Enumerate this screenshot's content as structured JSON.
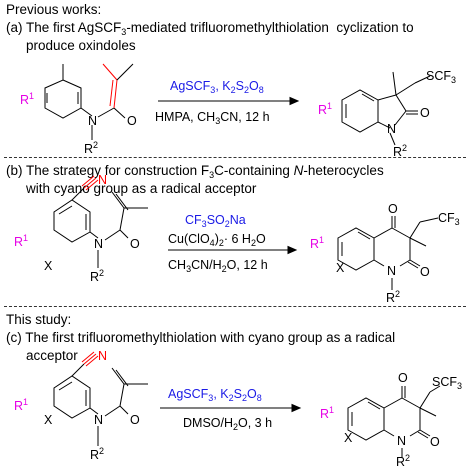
{
  "header_previous": "Previous works:",
  "section_a": {
    "line1": "(a) The first AgSCF3-mediated trifluoromethylthiolation  cyclization to",
    "line2": "produce oxindoles",
    "reagents_top": "AgSCF3, K2S2O8",
    "reagents_bottom": "HMPA, CH3CN, 12 h"
  },
  "section_b": {
    "line1": "(b) The strategy for construction F3C-containing N-heterocycles",
    "line2": "with cyano group as a radical acceptor",
    "reagent_top": "CF3SO2Na",
    "reagent_mid": "Cu(ClO4)2· 6 H2O",
    "reagent_bottom": "CH3CN/H2O, 12 h"
  },
  "header_study": "This study:",
  "section_c": {
    "line1": "(c) The first trifluoromethylthiolation  with cyano group as a radical",
    "line2": "acceptor",
    "reagents_top": "AgSCF3, K2S2O8",
    "reagents_bottom": "DMSO/H2O, 3 h"
  },
  "atom_labels": {
    "R1": "R1",
    "R2": "R2",
    "N": "N",
    "O": "O",
    "X": "X",
    "SCF3": "SCF3",
    "CF3": "CF3"
  },
  "colors": {
    "blue": "#1a1ae6",
    "magenta": "#e600e6",
    "red": "#ff0000",
    "arrow": "#000000"
  }
}
